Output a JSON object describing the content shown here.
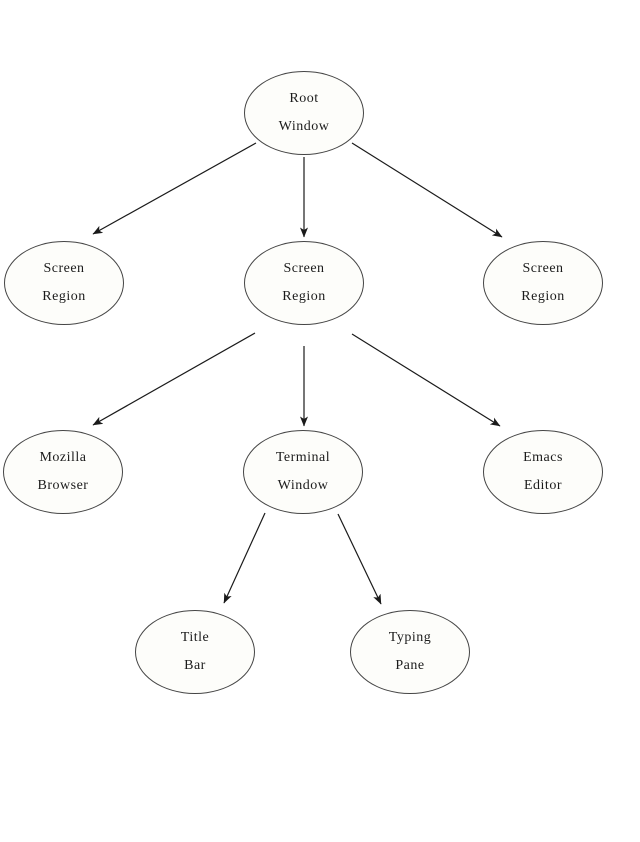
{
  "diagram": {
    "type": "tree",
    "description": "X window hierarchy diagram of ellipse nodes connected by arrows",
    "nodes": {
      "root_window": {
        "label": "Root\nWindow"
      },
      "screen_region_left": {
        "label": "Screen\nRegion"
      },
      "screen_region_center": {
        "label": "Screen\nRegion"
      },
      "screen_region_right": {
        "label": "Screen\nRegion"
      },
      "mozilla_browser": {
        "label": "Mozilla\nBrowser"
      },
      "terminal_window": {
        "label": "Terminal\nWindow"
      },
      "emacs_editor": {
        "label": "Emacs\nEditor"
      },
      "title_bar": {
        "label": "Title\nBar"
      },
      "typing_pane": {
        "label": "Typing\nPane"
      }
    },
    "edges": [
      {
        "from": "root_window",
        "to": "screen_region_left"
      },
      {
        "from": "root_window",
        "to": "screen_region_center"
      },
      {
        "from": "root_window",
        "to": "screen_region_right"
      },
      {
        "from": "screen_region_center",
        "to": "mozilla_browser"
      },
      {
        "from": "screen_region_center",
        "to": "terminal_window"
      },
      {
        "from": "screen_region_center",
        "to": "emacs_editor"
      },
      {
        "from": "terminal_window",
        "to": "title_bar"
      },
      {
        "from": "terminal_window",
        "to": "typing_pane"
      }
    ],
    "colors": {
      "background": "#ffffff",
      "node_fill": "#fdfdfa",
      "node_stroke": "#454545",
      "edge": "#1a1a1a",
      "text": "#1b1b1b"
    }
  }
}
